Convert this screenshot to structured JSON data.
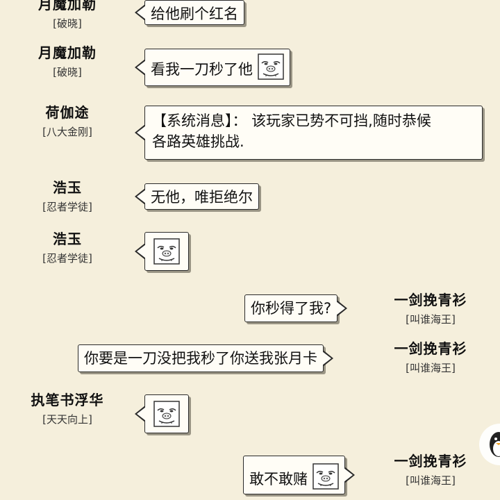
{
  "messages": [
    {
      "id": "m1",
      "side": "left",
      "name": "月魔加勒",
      "title": "[破晓]",
      "text": "给他刷个红名"
    },
    {
      "id": "m2",
      "side": "left",
      "name": "月魔加勒",
      "title": "[破晓]",
      "text": "看我一刀秒了他",
      "emoji": "pig-face-icon"
    },
    {
      "id": "m3",
      "side": "left",
      "name": "荷伽途",
      "title": "[八大金刚]",
      "text_line1": "【系统消息】： 该玩家已势不可挡,随时恭候",
      "text_line2": "各路英雄挑战."
    },
    {
      "id": "m4",
      "side": "left",
      "name": "浩玉",
      "title": "[忍者学徒]",
      "text": "无他，唯拒绝尔"
    },
    {
      "id": "m5",
      "side": "left",
      "name": "浩玉",
      "title": "[忍者学徒]",
      "emoji": "pig-face-icon"
    },
    {
      "id": "m6",
      "side": "right",
      "name": "一剑挽青衫",
      "title": "[叫谁海王]",
      "text": "你秒得了我?"
    },
    {
      "id": "m7",
      "side": "right",
      "name": "一剑挽青衫",
      "title": "[叫谁海王]",
      "text": "你要是一刀没把我秒了你送我张月卡"
    },
    {
      "id": "m8",
      "side": "left",
      "name": "执笔书浮华",
      "title": "[天天向上]",
      "emoji": "pig-face-icon"
    },
    {
      "id": "m9",
      "side": "right",
      "name": "一剑挽青衫",
      "title": "[叫谁海王]",
      "text": "敢不敢赌",
      "emoji": "pig-face-icon"
    }
  ],
  "colors": {
    "background": "#f5efdc",
    "bubble": "#fffdf6",
    "border": "#2a2a2a"
  }
}
